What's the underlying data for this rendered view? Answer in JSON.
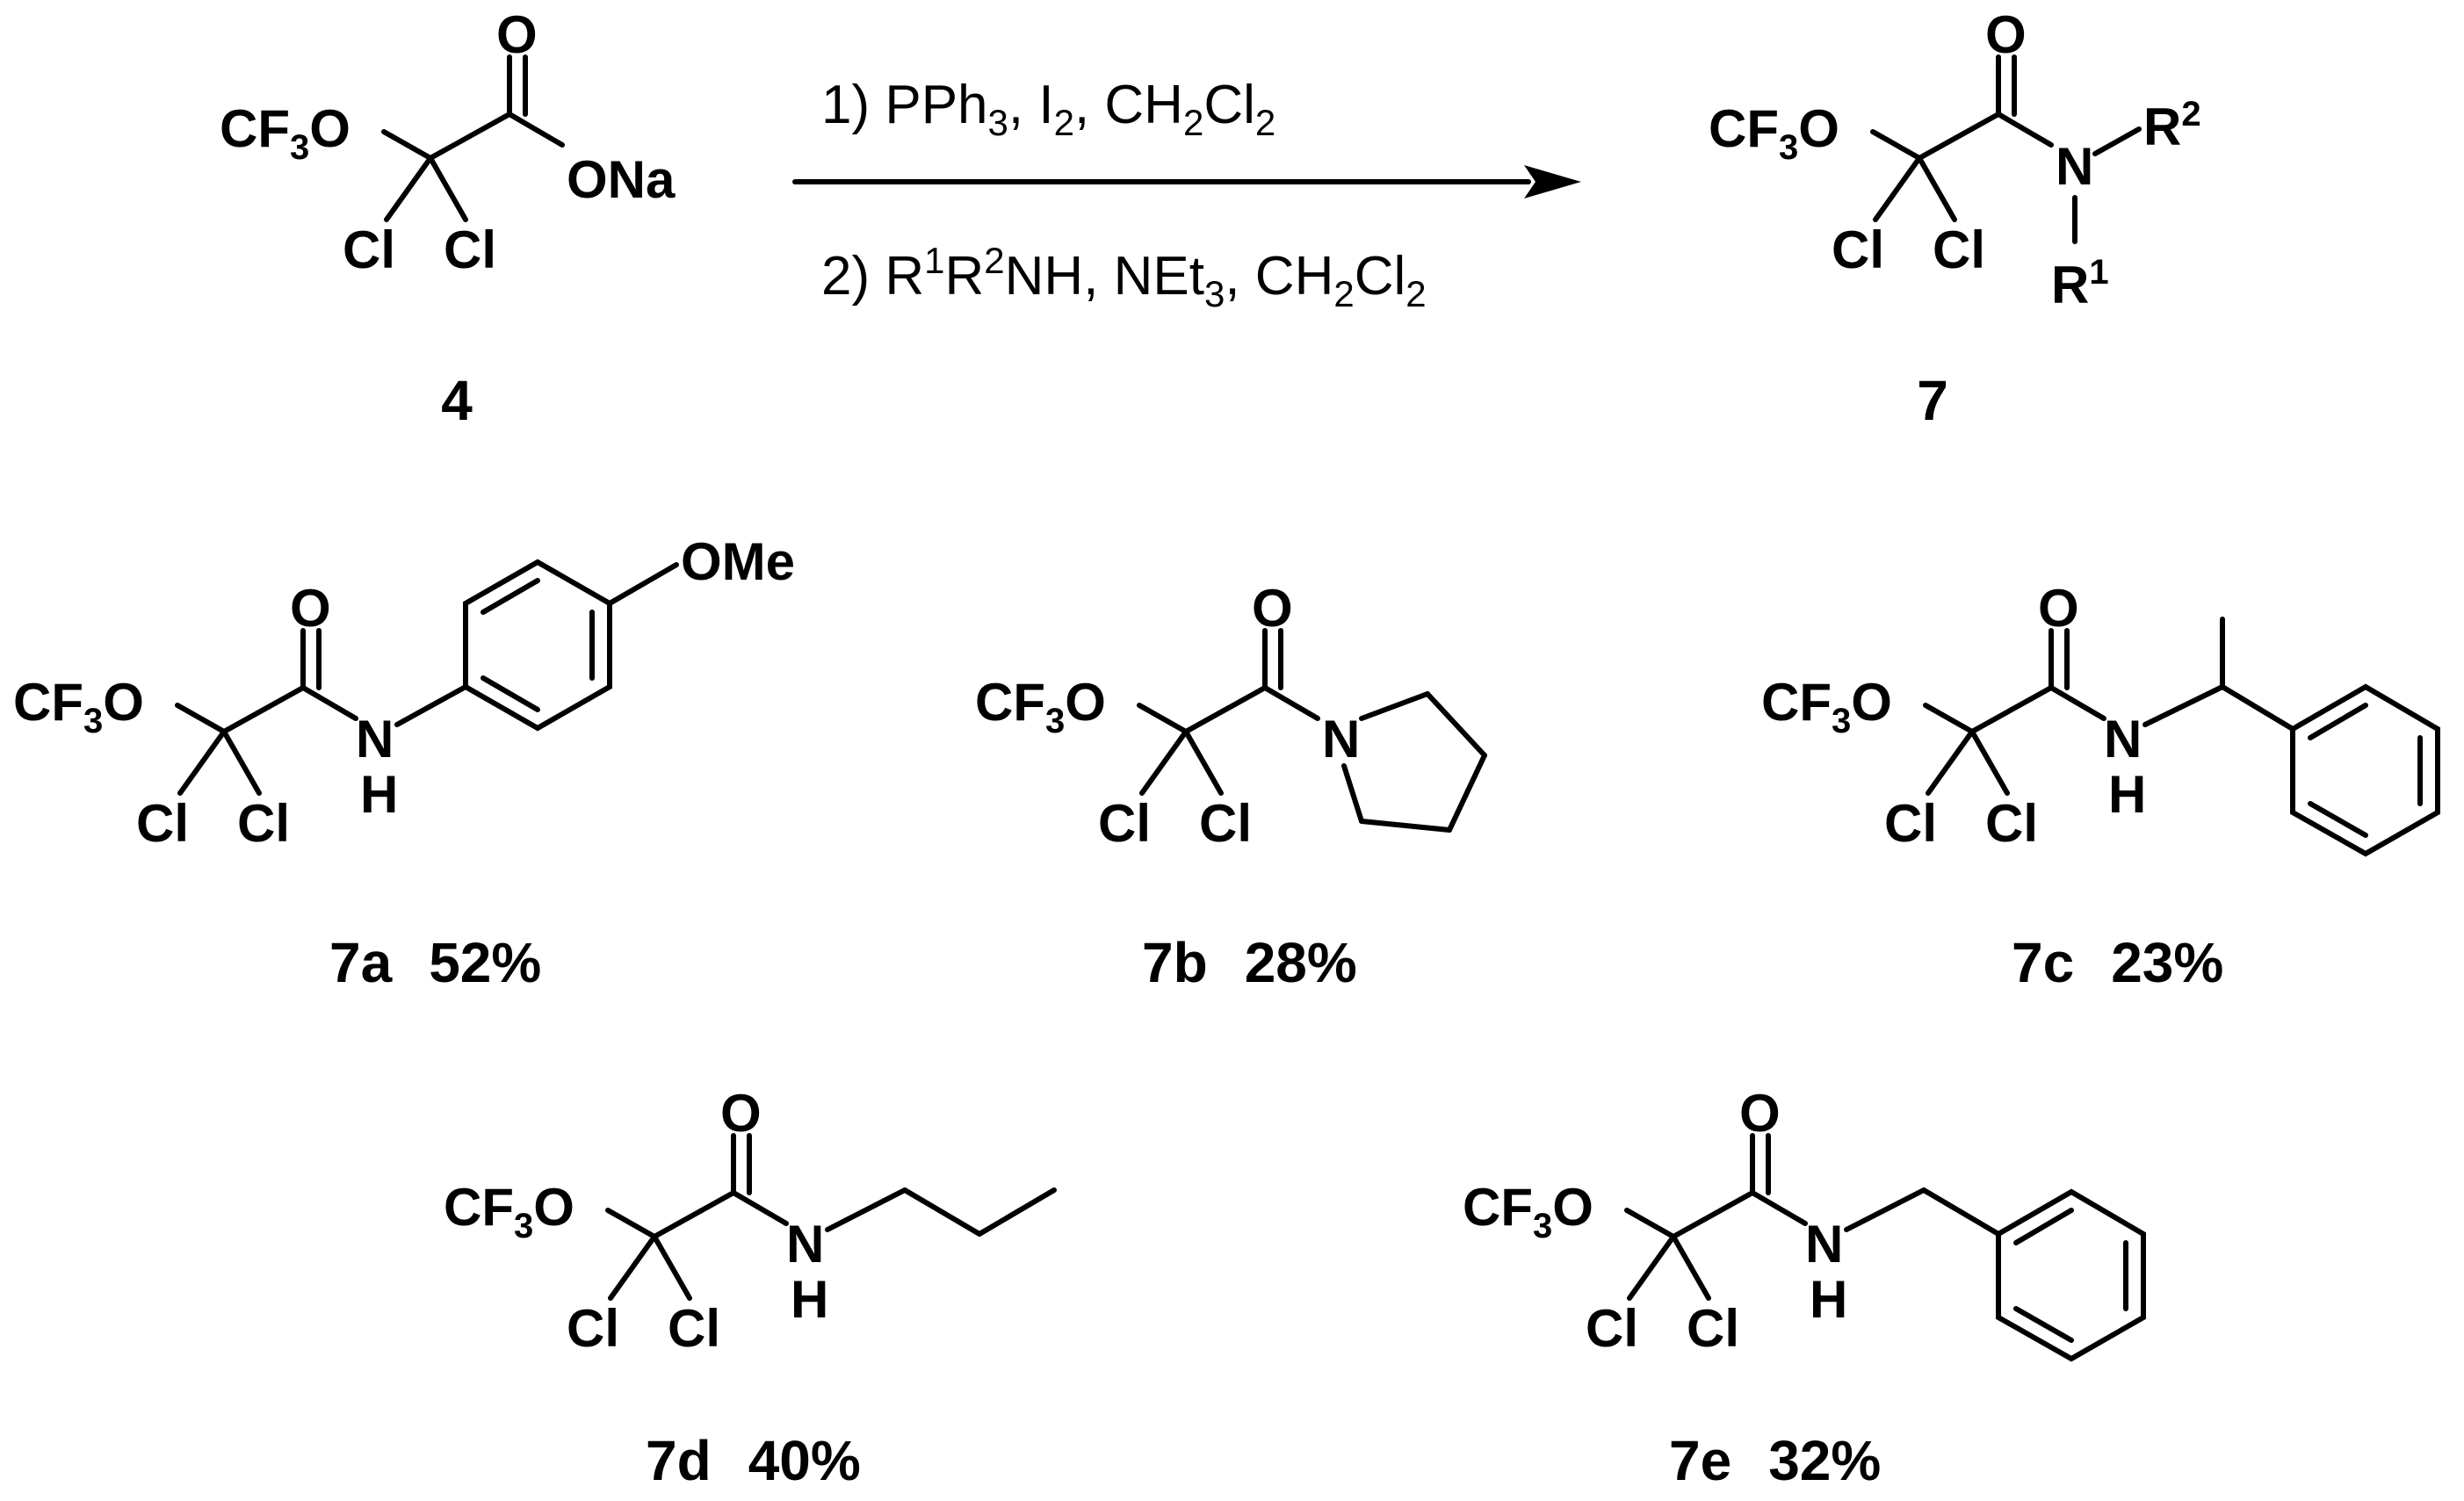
{
  "atoms": {
    "cf3": "CF",
    "three": "3",
    "o": "O",
    "cl": "Cl",
    "ona": "ONa",
    "n": "N",
    "nh_n": "N",
    "nh_h": "H",
    "r": "R",
    "one": "1",
    "two": "2",
    "ome": "OMe"
  },
  "conditions": {
    "step1_a": "1) PPh",
    "step1_b": "3",
    "step1_c": ", I",
    "step1_d": "2",
    "step1_e": ", CH",
    "step1_f": "2",
    "step1_g": "Cl",
    "step1_h": "2",
    "step2_a": "2) R",
    "step2_b": "1",
    "step2_c": "R",
    "step2_d": "2",
    "step2_e": "NH, NEt",
    "step2_f": "3",
    "step2_g": ", CH",
    "step2_h": "2",
    "step2_i": "Cl",
    "step2_j": "2"
  },
  "compounds": {
    "start": {
      "label": "4"
    },
    "general": {
      "label": "7"
    },
    "c7a": {
      "label": "7a",
      "yield": "52%"
    },
    "c7b": {
      "label": "7b",
      "yield": "28%"
    },
    "c7c": {
      "label": "7c",
      "yield": "23%"
    },
    "c7d": {
      "label": "7d",
      "yield": "40%"
    },
    "c7e": {
      "label": "7e",
      "yield": "32%"
    }
  }
}
